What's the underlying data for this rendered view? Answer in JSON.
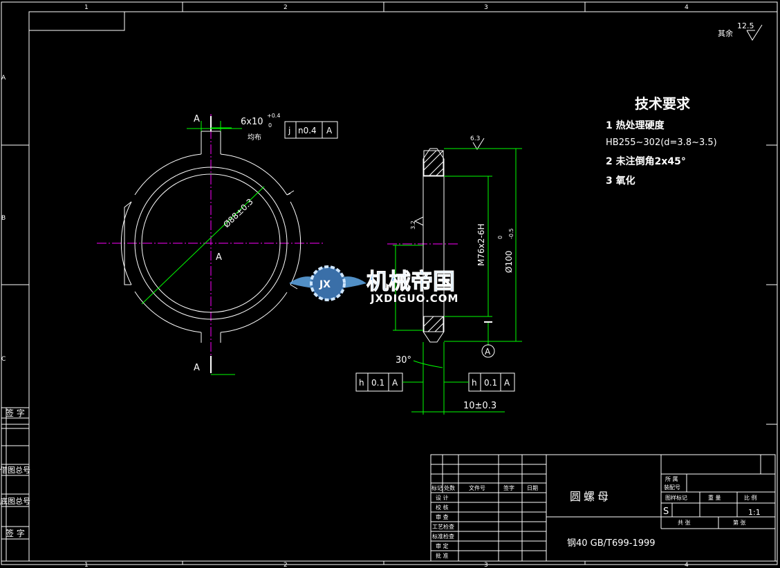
{
  "colors": {
    "background": "#000000",
    "line": "#ffffff",
    "dimension": "#00ff00",
    "centerline": "#ff00ff",
    "hatch": "#ffffff",
    "logo_blue": "#5fa8e8"
  },
  "zones": {
    "columns": [
      "1",
      "2",
      "3",
      "4"
    ],
    "rows": [
      "A",
      "B",
      "C"
    ]
  },
  "roughness": {
    "default_label": "其余",
    "default_value": "12.5",
    "top_face": "6.3",
    "side_face": "3.2"
  },
  "tech_requirements": {
    "title": "技术要求",
    "items": [
      "1  热处理硬度",
      "HB255~302(d=3.8~3.5)",
      "2  未注倒角2x45°",
      "3  氧化"
    ]
  },
  "front_view": {
    "section_label_top": "A",
    "section_label_bottom": "A",
    "center_label": "A",
    "slot_dim": "6x10",
    "slot_tol_upper": "+0.4",
    "slot_tol_lower": "0",
    "slot_note": "均布",
    "slot_fcf": [
      "j",
      "n0.4",
      "A"
    ],
    "diameter_dim": "Ø88±0.3"
  },
  "side_view": {
    "thread_dim": "M76x2-6H",
    "outer_dim": "Ø100",
    "outer_tol_upper": "0",
    "outer_tol_lower": "-0.5",
    "datum": "A",
    "angle": "30°",
    "fcf_left": [
      "h",
      "0.1",
      "A"
    ],
    "fcf_right": [
      "h",
      "0.1",
      "A"
    ],
    "thickness_dim": "10±0.3"
  },
  "logo": {
    "badge": "JX",
    "name": "机械帝国",
    "url": "JXDIGUO.COM"
  },
  "left_strip": {
    "label1": "签 字",
    "label2": "借图总号",
    "label3": "底图总号",
    "label4": "签 字"
  },
  "title_block": {
    "part_name": "圆螺母",
    "material": "钢40 GB/T699-1999",
    "scale": "1:1",
    "stage_mark": "S",
    "headers": [
      "标记",
      "处数",
      "文件号",
      "签字",
      "日期"
    ],
    "rows": [
      "设 计",
      "校 核",
      "审 查",
      "工艺检查",
      "标准检查",
      "审 定",
      "批 准"
    ],
    "right_labels": [
      "所 属",
      "装配号",
      "图样标记",
      "重 量",
      "比 例"
    ],
    "sheet_labels": [
      "共 张",
      "第 张"
    ]
  }
}
